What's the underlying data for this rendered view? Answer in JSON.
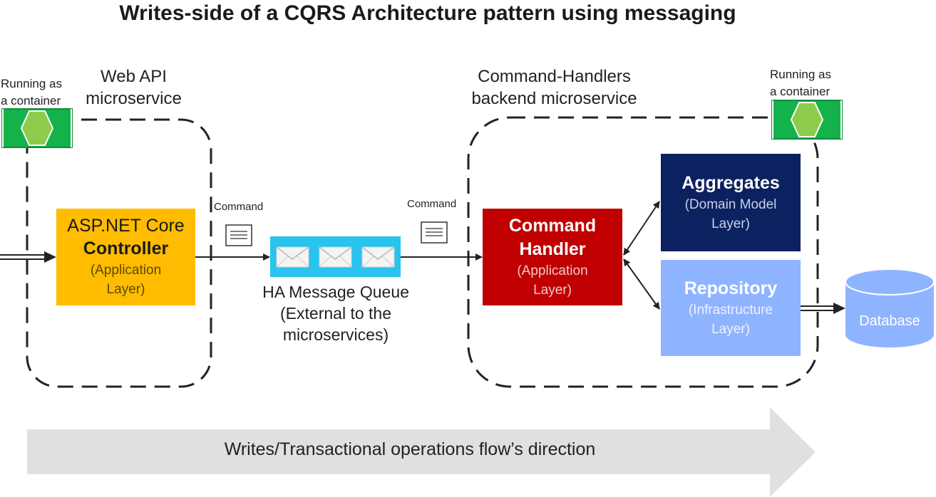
{
  "title": "Writes-side of a CQRS Architecture pattern using messaging",
  "web_api": {
    "container_label": [
      "Running as",
      "a container"
    ],
    "service_label": [
      "Web API",
      "microservice"
    ]
  },
  "controller": {
    "line1": "ASP.NET Core",
    "line2": "Controller",
    "sub1": "(Application",
    "sub2": "Layer)"
  },
  "command_left": "Command",
  "command_right": "Command",
  "queue": {
    "line1": "HA Message Queue",
    "line2": "(External to the",
    "line3": "microservices)"
  },
  "backend": {
    "service_label": [
      "Command-Handlers",
      "backend microservice"
    ],
    "container_label": [
      "Running as",
      "a container"
    ]
  },
  "handler": {
    "line1": "Command",
    "line2": "Handler",
    "sub1": "(Application",
    "sub2": "Layer)"
  },
  "aggregates": {
    "title": "Aggregates",
    "sub1": "(Domain Model",
    "sub2": "Layer)"
  },
  "repository": {
    "title": "Repository",
    "sub1": "(Infrastructure",
    "sub2": "Layer)"
  },
  "database": "Database",
  "flow_label": "Writes/Transactional operations flow’s direction",
  "colors": {
    "controller": "#ffbc00",
    "handler": "#c00000",
    "aggregates": "#0b2160",
    "repository": "#8fb4ff",
    "queue": "#29c3f0",
    "container": "#14b24a",
    "hexagon": "#8ccc4a",
    "flow_arrow": "#e0e0e0"
  }
}
